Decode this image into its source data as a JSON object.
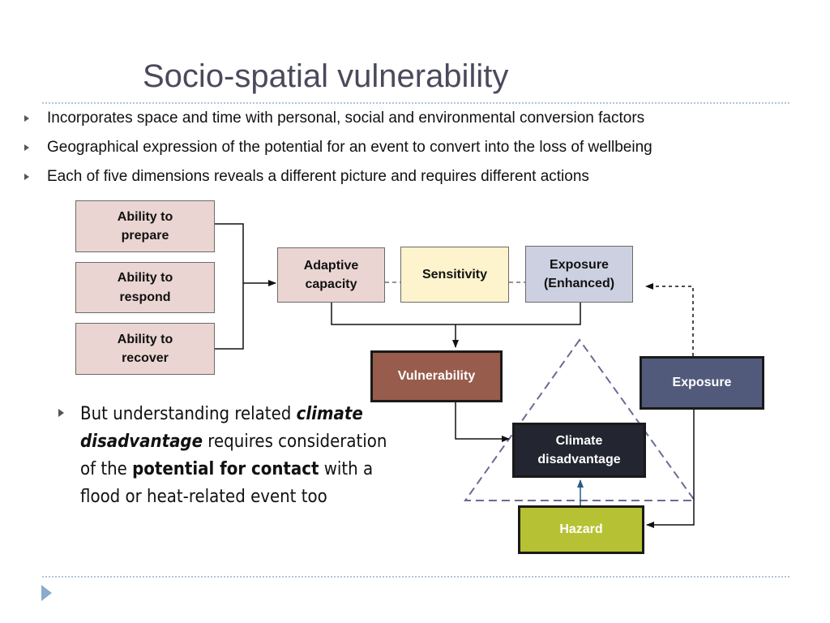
{
  "slide": {
    "title": "Socio-spatial vulnerability",
    "bullets": [
      "Incorporates space and time with personal, social and environmental conversion factors",
      "Geographical expression of the potential for an event to convert into the loss of wellbeing",
      "Each of five dimensions reveals a different picture and requires different actions"
    ],
    "sub_bullet": {
      "part1": "But understanding related ",
      "part2": "climate disadvantage",
      "part3": " requires consideration of the ",
      "part4": "potential for contact",
      "part5": " with a flood or heat-related event too"
    }
  },
  "diagram": {
    "boxes": {
      "ability_prepare": "Ability to\nprepare",
      "ability_respond": "Ability to\nrespond",
      "ability_recover": "Ability to\nrecover",
      "adaptive_capacity": "Adaptive\ncapacity",
      "sensitivity": "Sensitivity",
      "exposure_enhanced": "Exposure\n(Enhanced)",
      "vulnerability": "Vulnerability",
      "exposure": "Exposure",
      "climate_disadvantage": "Climate\ndisadvantage",
      "hazard": "Hazard"
    },
    "colors": {
      "ability_fill": "#ead5d2",
      "sensitivity_fill": "#fdf3cc",
      "exposure_enhanced_fill": "#cdd0e0",
      "vulnerability_fill": "#975c4c",
      "exposure_fill": "#525a7c",
      "climate_disadvantage_fill": "#232530",
      "hazard_fill": "#b6c233",
      "triangle_stroke": "#6a6a96",
      "hazard_arrow": "#2a5a80"
    }
  }
}
